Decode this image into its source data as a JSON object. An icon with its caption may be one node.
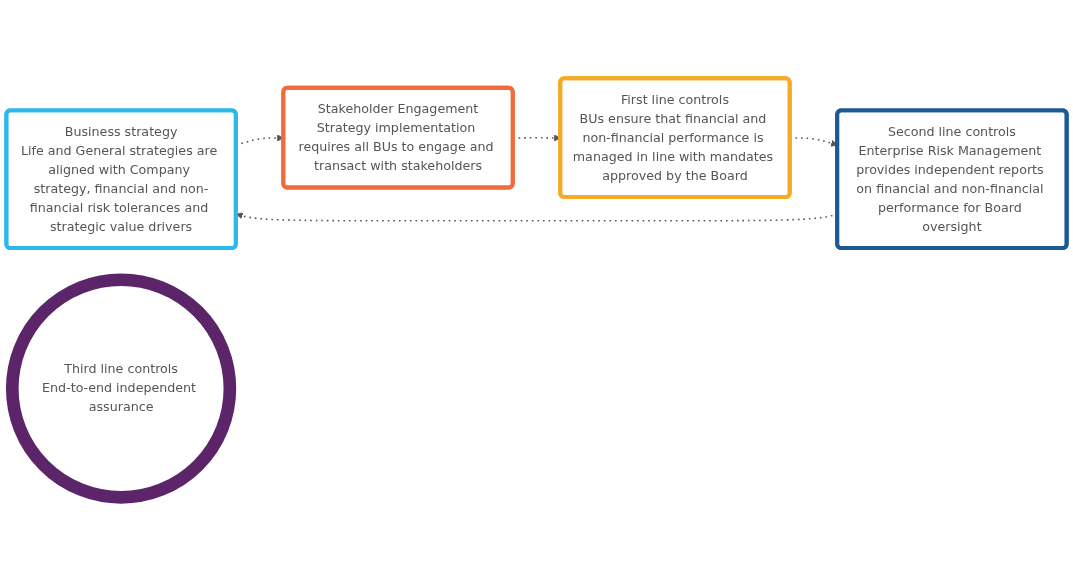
{
  "diagram": {
    "nodes": [
      {
        "text": [
          "Business strategy",
          "Life and General strategies are aligned with Company strategy, financial and non-financial risk tolerances and strategic value drivers"
        ]
      },
      {
        "text": [
          "Stakeholder Engagement",
          "Strategy implementation requires all BUs to engage and transact with stakeholders"
        ]
      },
      {
        "text": [
          "First line controls",
          "BUs ensure that financial and non-financial performance is managed in line with mandates approved by the Board"
        ]
      },
      {
        "text": [
          "Second line controls",
          "Enterprise Risk Management provides independent reports on financial and non-financial performance for Board oversight"
        ]
      },
      {
        "text": [
          "Third line controls",
          "End-to-end independent assurance"
        ]
      }
    ],
    "edges": [
      {
        "from": 0,
        "to": 1,
        "arrow": "to",
        "style": "dashed"
      },
      {
        "from": 1,
        "to": 2,
        "arrow": "to",
        "style": "dashed"
      },
      {
        "from": 2,
        "to": 3,
        "arrow": "to",
        "style": "dashed"
      },
      {
        "from": 3,
        "to": 0,
        "arrow": "to",
        "style": "dashed"
      }
    ]
  }
}
